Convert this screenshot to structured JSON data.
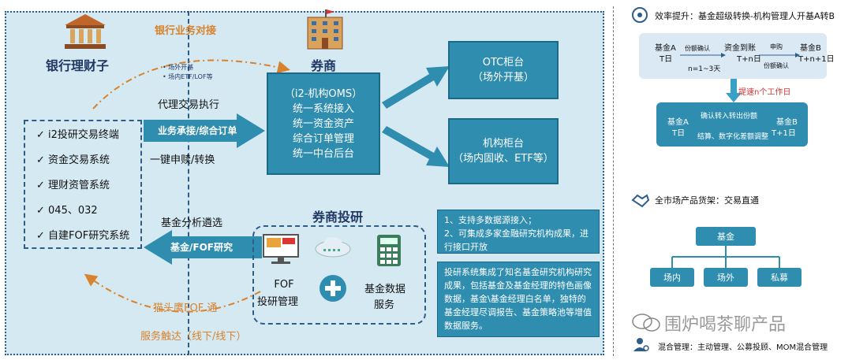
{
  "left": {
    "bank_title": "银行理财子",
    "bank_business": "银行业务对接",
    "broker_title": "券商",
    "flow_note_1": "场外开基",
    "flow_note_2": "场内ETF/LOF等",
    "proxy_exec": "代理交易执行",
    "one_click": "一键申赎/转换",
    "fund_analysis": "基金分析遴选",
    "maotou": "猫头鹰FOF 通",
    "service_reach": "服务触达（线下/线下）",
    "arrow_business": "业务承接/综合订单",
    "arrow_fof": "基金/FOF研究",
    "systems": [
      "i2投研交易终端",
      "资金交易系统",
      "理财资管系统",
      "045、032",
      "自建FOF研究系统"
    ],
    "oms_lines": [
      "（i2-机构OMS）",
      "统一系统接入",
      "统一资金资产",
      "综合订单管理",
      "统一中台后台"
    ],
    "otc_lines": [
      "OTC柜台",
      "（场外开基）"
    ],
    "inst_lines": [
      "机构柜台",
      "（场内固收、ETF等）"
    ],
    "research_title": "券商投研",
    "fof_label_1": "FOF",
    "fof_label_2": "投研管理",
    "fund_data_1": "基金数据",
    "fund_data_2": "服务",
    "note1_lines": [
      "1、支持多数据源接入；",
      "2、可集成多家金融研究机构成果，进",
      "行接口开放"
    ],
    "note2_lines": [
      "投研系统集成了知名基金研究机构研究",
      "成果，包括基金及基金经理的特色画像",
      "数据，基金\\基金经理白名单，独特的",
      "基金经理尽调报告、基金策略池等增值",
      "数据服务。"
    ]
  },
  "right": {
    "efficiency_title": "效率提升：基金超级转换-机构管理人开基A转B",
    "fundA": "基金A",
    "tday": "T日",
    "share_confirm": "份额确认",
    "n_days": "n=1~3天",
    "cash_arrive": "资金到账",
    "tn": "T+n日",
    "purchase": "申购",
    "fundB": "基金B",
    "tn1": "T+n+1日",
    "speed_up": "提速n个工作日",
    "confirm_in_out": "确认转入转出份额",
    "settle": "结算、数字化差额调整",
    "t1": "T+1日",
    "market_title": "全市场产品货架：交易直通",
    "tree_root": "基金",
    "tree_children": [
      "场内",
      "场外",
      "私募"
    ],
    "watermark": "围炉喝茶聊产品",
    "mixed_title": "混合管理：主动管理、公募投顾、MOM混合管理"
  },
  "colors": {
    "teal": "#2f8db0",
    "navy": "#1f3864",
    "orange": "#d9822b",
    "panel": "#d5e9f3"
  }
}
